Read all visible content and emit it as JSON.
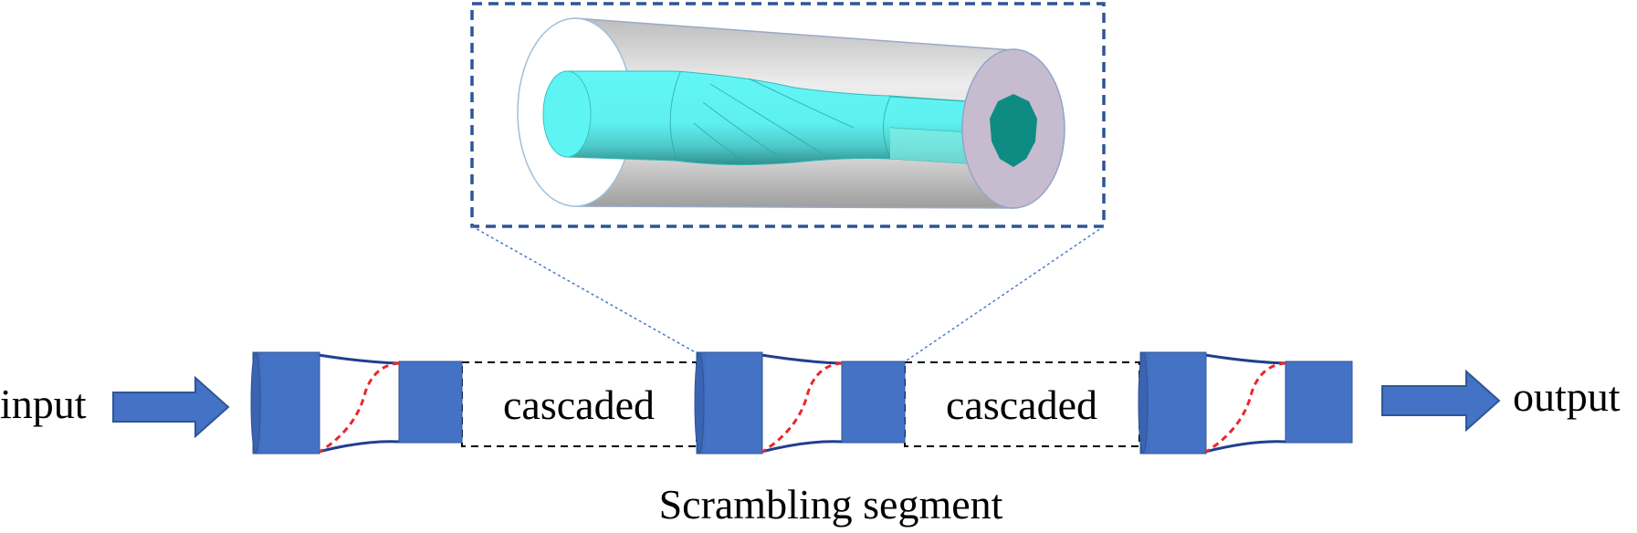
{
  "labels": {
    "input": "input",
    "output": "output",
    "cascaded_1": "cascaded",
    "cascaded_2": "cascaded",
    "caption": "Scrambling segment"
  },
  "colors": {
    "segment_blue": "#4472C4",
    "segment_edge": "#2F5597",
    "taper_line": "#1F3F8F",
    "twist_dash": "#E8282B",
    "inset_border": "#2F5597",
    "core_cyan": "#5FF7F7",
    "cladding_gray": "#D6D6D6",
    "end_face": "#C7BCCF",
    "core_face": "#0E8C84"
  },
  "icons": {
    "input_arrow": "right-arrow-icon",
    "output_arrow": "right-arrow-icon"
  }
}
